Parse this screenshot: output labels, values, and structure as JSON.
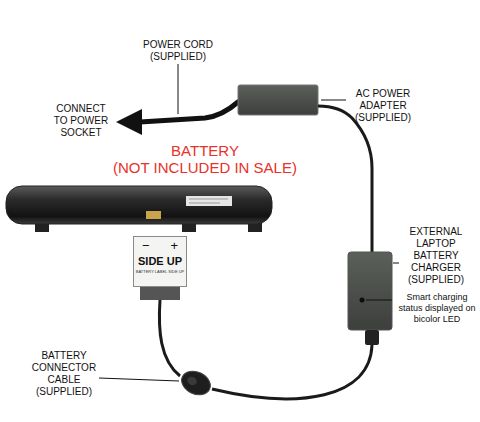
{
  "diagram": {
    "nodes": [
      {
        "text": [
          "−",
          "+",
          "SIDE UP",
          "BATTERY LABEL SIDE UP"
        ]
      }
    ],
    "labels": [
      "POWER CORD (SUPPLIED)",
      "CONNECT TO POWER SOCKET",
      "AC POWER ADAPTER (SUPPLIED)",
      "BATTERY",
      "(NOT INCLUDED IN SALE)",
      "EXTERNAL LAPTOP BATTERY CHARGER (SUPPLIED)",
      "Smart charging status displayed on bicolor LED",
      "BATTERY CONNECTOR CABLE (SUPPLIED)"
    ]
  }
}
